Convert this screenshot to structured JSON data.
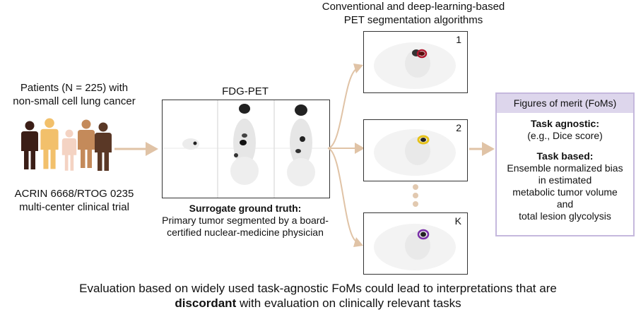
{
  "patients": {
    "title_lines": [
      "Patients (N = 225) with",
      "non-small cell lung cancer"
    ],
    "trial_lines": [
      "ACRIN 6668/RTOG 0235",
      "multi-center clinical trial"
    ],
    "figure_colors": [
      "#3b1e17",
      "#f2c06b",
      "#f4d3c3",
      "#c48a5a",
      "#5a3826"
    ]
  },
  "fdg_pet": {
    "label": "FDG-PET",
    "ground_truth_title": "Surrogate ground truth:",
    "ground_truth_lines": [
      "Primary tumor segmented by a board-",
      "certified nuclear-medicine physician"
    ]
  },
  "algorithms": {
    "title_lines": [
      "Conventional and deep-learning-based",
      "PET segmentation algorithms"
    ],
    "scans": [
      {
        "number": "1",
        "contour_color": "#b0172e"
      },
      {
        "number": "2",
        "contour_color": "#e6c21a"
      },
      {
        "number": "K",
        "contour_color": "#7a2fa8"
      }
    ],
    "ellipsis_color": "#e2c9b0"
  },
  "foms": {
    "header": "Figures of merit (FoMs)",
    "agnostic_title": "Task agnostic:",
    "agnostic_example": "(e.g., Dice score)",
    "based_title": "Task based:",
    "based_lines": [
      "Ensemble normalized bias",
      "in estimated",
      "metabolic tumor volume",
      "and",
      "total lesion glycolysis"
    ]
  },
  "conclusion": {
    "line1": "Evaluation based on widely used task-agnostic FoMs could lead to interpretations that are",
    "bold_word": "discordant",
    "line2_rest": " with evaluation on clinically relevant tasks"
  },
  "colors": {
    "arrow": "#e0c3a6",
    "fom_border": "#c5b8dd",
    "fom_header_bg": "#ddd6ec"
  }
}
